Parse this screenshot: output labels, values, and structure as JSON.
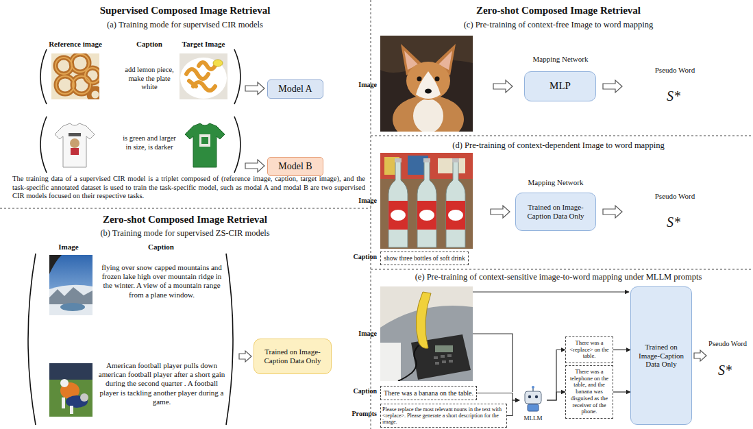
{
  "diagram": {
    "nodes": [
      {
        "text": [
          "Model A"
        ]
      },
      {
        "text": [
          "Model B"
        ]
      },
      {
        "text": [
          "Trained on Image-Caption Data Only"
        ]
      },
      {
        "text": [
          "MLP"
        ]
      },
      {
        "text": [
          "Trained on Image-Caption Data Only"
        ]
      },
      {
        "text": [
          "show three bottles of soft drink"
        ]
      },
      {
        "text": [
          "There was a banana on the table."
        ]
      },
      {
        "text": [
          "Please replace the most relevant nouns in the text with <replace>. Please generate a short description for the image."
        ]
      },
      {
        "text": [
          "MLLM"
        ]
      },
      {
        "text": [
          "There was a <replace> on the table."
        ]
      },
      {
        "text": [
          "There was a telephone on the table, and the banana was disguised as the receiver of the phone."
        ]
      },
      {
        "text": [
          "Trained on Image-Caption Data Only"
        ]
      }
    ],
    "edges": [
      {
        "from": 6,
        "to": 8,
        "arrow": "to"
      },
      {
        "from": 7,
        "to": 8,
        "arrow": "to"
      },
      {
        "from": 8,
        "to": 9,
        "arrow": "to"
      },
      {
        "from": 8,
        "to": 10,
        "arrow": "to"
      },
      {
        "from": 9,
        "to": 11,
        "arrow": "to"
      },
      {
        "from": 10,
        "to": 11,
        "arrow": "to"
      }
    ],
    "labels": [
      "Supervised Composed Image Retrieval",
      "(a) Training mode for supervised CIR models",
      "Reference image",
      "Caption",
      "Target Image",
      "add lemon piece, make the plate white",
      "is green and larger in size, is darker",
      "The training data of a supervised CIR model is a triplet composed of (reference image, caption, target image), and the task-specific annotated dataset is used to train the task-specific model, such as modal A and modal B are two supervised CIR models focused on their respective tasks.",
      "Zero-shot Composed Image Retrieval",
      "(b) Training mode for supervised ZS-CIR models",
      "Image",
      "Caption",
      "flying over snow capped mountains and frozen lake high over mountain ridge in the winter. A view of a mountain range from a plane window.",
      "American football player pulls down american football player after a short gain during the second quarter . A football player is tackling another player during a game.",
      "Zero-shot Composed Image Retrieval",
      "(c) Pre-training of context-free Image to word mapping",
      "Image",
      "Mapping Network",
      "Pseudo Word",
      "S*",
      "(d) Pre-training of context-dependent Image to word mapping",
      "Image",
      "Mapping Network",
      "Pseudo Word",
      "S*",
      "Caption",
      "(e) Pre-training of context-sensitive image-to-word mapping under MLLM prompts",
      "Image",
      "Caption",
      "Prompts",
      "Pseudo Word",
      "S*"
    ]
  }
}
